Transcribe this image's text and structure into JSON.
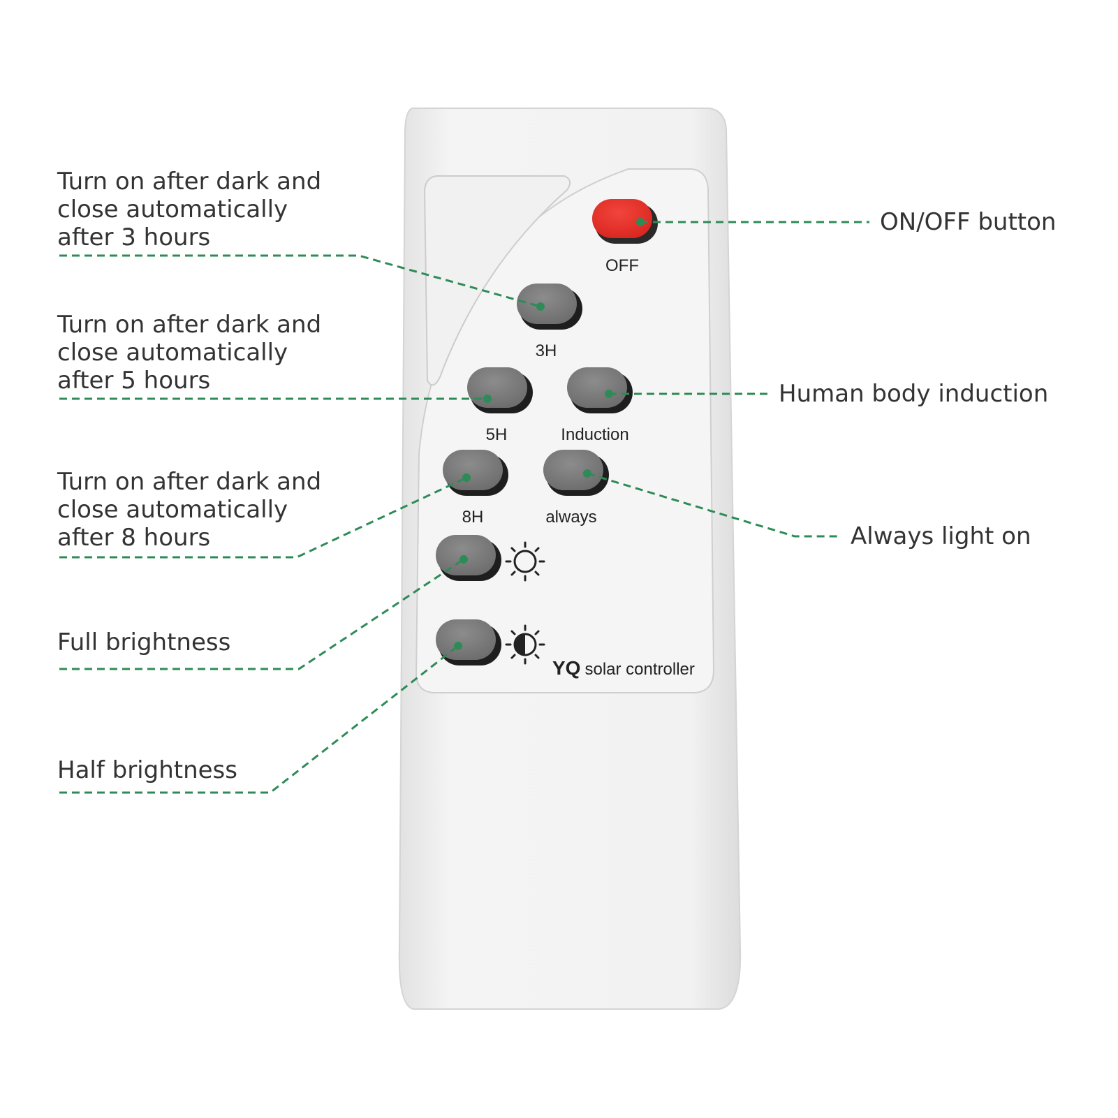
{
  "remote": {
    "brand": "YQ",
    "model_text": "solar controller",
    "keys": {
      "off": "OFF",
      "h3": "3H",
      "h5": "5H",
      "induction": "Induction",
      "h8": "8H",
      "always": "always"
    },
    "icons": {
      "full": "sun-icon",
      "half": "half-sun-icon"
    }
  },
  "callouts": {
    "three_hours": [
      "Turn on after dark and",
      "close automatically",
      "after 3 hours"
    ],
    "five_hours": [
      "Turn on after dark and",
      "close automatically",
      "after 5 hours"
    ],
    "eight_hours": [
      "Turn on after dark and",
      "close automatically",
      "after 8 hours"
    ],
    "full_brightness": "Full brightness",
    "half_brightness": "Half brightness",
    "on_off": "ON/OFF button",
    "human_body": "Human body induction",
    "always_on": "Always light on"
  },
  "colors": {
    "leader": "#2e8b57",
    "power_key": "#e8302a",
    "key": "#7a7a7a",
    "text": "#333333"
  }
}
